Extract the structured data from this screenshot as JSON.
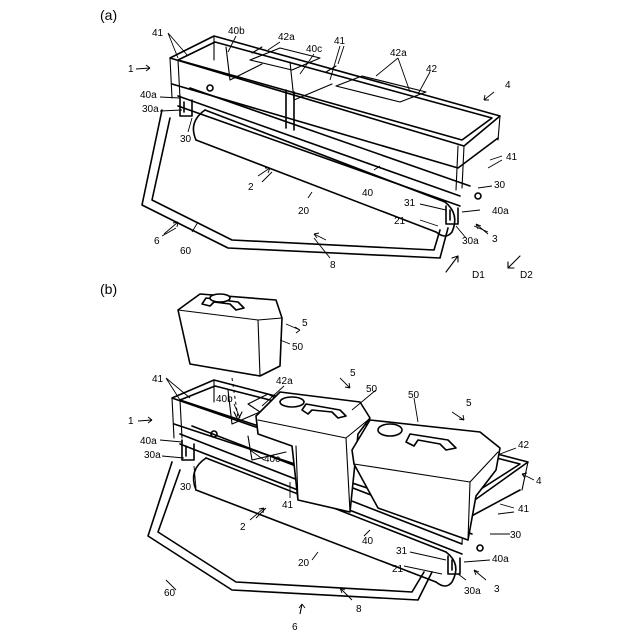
{
  "panel_a": {
    "tag": "(a)",
    "labels": {
      "l1": "1",
      "l41": "41",
      "l40b": "40b",
      "l42a_1": "42a",
      "l40c": "40c",
      "l41_2": "41",
      "l42a_2": "42a",
      "l42": "42",
      "l4": "4",
      "l40a_left": "40a",
      "l30a_left": "30a",
      "l30_left": "30",
      "l41_right": "41",
      "l30_right": "30",
      "l2": "2",
      "l40": "40",
      "l20": "20",
      "l31": "31",
      "l40a_right": "40a",
      "l21": "21",
      "l30a_right": "30a",
      "l3": "3",
      "l6": "6",
      "l60": "60",
      "l8": "8",
      "lD1": "D1",
      "lD2": "D2"
    }
  },
  "panel_b": {
    "tag": "(b)",
    "labels": {
      "l5_top": "5",
      "l50_top": "50",
      "l41": "41",
      "l42a": "42a",
      "l5_mid": "5",
      "l50_mid": "50",
      "l50_right": "50",
      "l5_right": "5",
      "l1": "1",
      "l40b": "40b",
      "l40a": "40a",
      "l30a_left": "30a",
      "l40c": "40c",
      "l42": "42",
      "l4": "4",
      "l30_left": "30",
      "l41_mid": "41",
      "l41_right": "41",
      "l2": "2",
      "l30_right": "30",
      "l40": "40",
      "l20": "20",
      "l31": "31",
      "l40a_right": "40a",
      "l21": "21",
      "l60": "60",
      "l30a_right": "30a",
      "l3": "3",
      "l8": "8",
      "l6": "6"
    }
  }
}
